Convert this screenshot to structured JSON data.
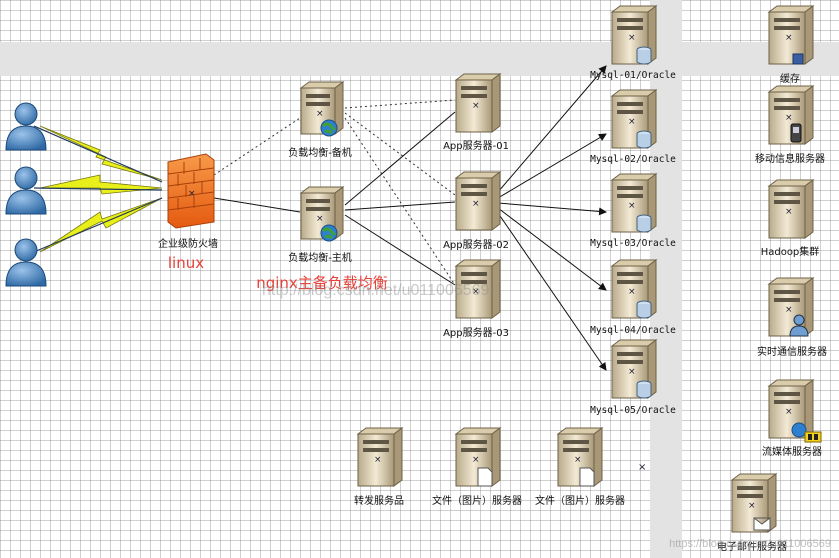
{
  "labels": {
    "firewall": "企业级防火墙",
    "linux": "linux",
    "lb_backup": "负载均衡-备机",
    "lb_main": "负载均衡-主机",
    "nginx": "nginx主备负载均衡",
    "app1": "App服务器-01",
    "app2": "App服务器-02",
    "app3": "App服务器-03",
    "mysql1": "Mysql-01/Oracle",
    "mysql2": "Mysql-02/Oracle",
    "mysql3": "Mysql-03/Oracle",
    "mysql4": "Mysql-04/Oracle",
    "mysql5": "Mysql-05/Oracle",
    "cache": "缓存",
    "mobile": "移动信息服务器",
    "hadoop": "Hadoop集群",
    "realtime": "实时通信服务器",
    "stream": "流媒体服务器",
    "forward": "转发服务品",
    "file1": "文件（图片）服务器",
    "file2": "文件（图片）服务器",
    "mail": "电子邮件服务器"
  },
  "watermark": "http://blog.csdn.net/u011006569",
  "watermark_corner": "https://blog.csdn.net/u011006569",
  "colors": {
    "user": "#4a7fb8",
    "firewall": "#f47a20",
    "lightning": "#e8ef1a",
    "server_body": "#ece0c4",
    "accent_red": "#e8413a"
  }
}
